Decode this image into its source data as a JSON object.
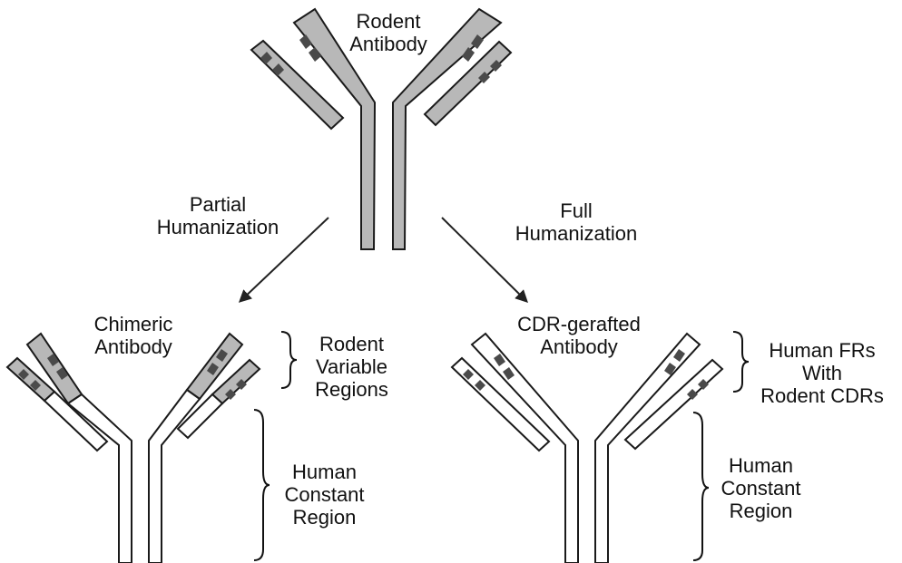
{
  "colors": {
    "rodent": "#b8b8b8",
    "human": "#ffffff",
    "outline": "#1a1a1a",
    "cdr": "#4a4a4a",
    "arrow": "#222222"
  },
  "icons": {
    "antibody": "y-shaped-antibody-icon",
    "arrow": "arrow-icon",
    "brace": "curly-brace-icon"
  },
  "rodent_antibody": {
    "line1": "Rodent",
    "line2": "Antibody"
  },
  "left_arrow": {
    "line1": "Partial",
    "line2": "Humanization"
  },
  "right_arrow": {
    "line1": "Full",
    "line2": "Humanization"
  },
  "chimeric": {
    "title_line1": "Chimeric",
    "title_line2": "Antibody",
    "variable_line1": "Rodent",
    "variable_line2": "Variable",
    "variable_line3": "Regions",
    "constant_line1": "Human",
    "constant_line2": "Constant",
    "constant_line3": "Region"
  },
  "grafted": {
    "title_line1": "CDR-gerafted",
    "title_line2": "Antibody",
    "variable_line1": "Human FRs",
    "variable_line2": "With",
    "variable_line3": "Rodent CDRs",
    "constant_line1": "Human",
    "constant_line2": "Constant",
    "constant_line3": "Region"
  }
}
